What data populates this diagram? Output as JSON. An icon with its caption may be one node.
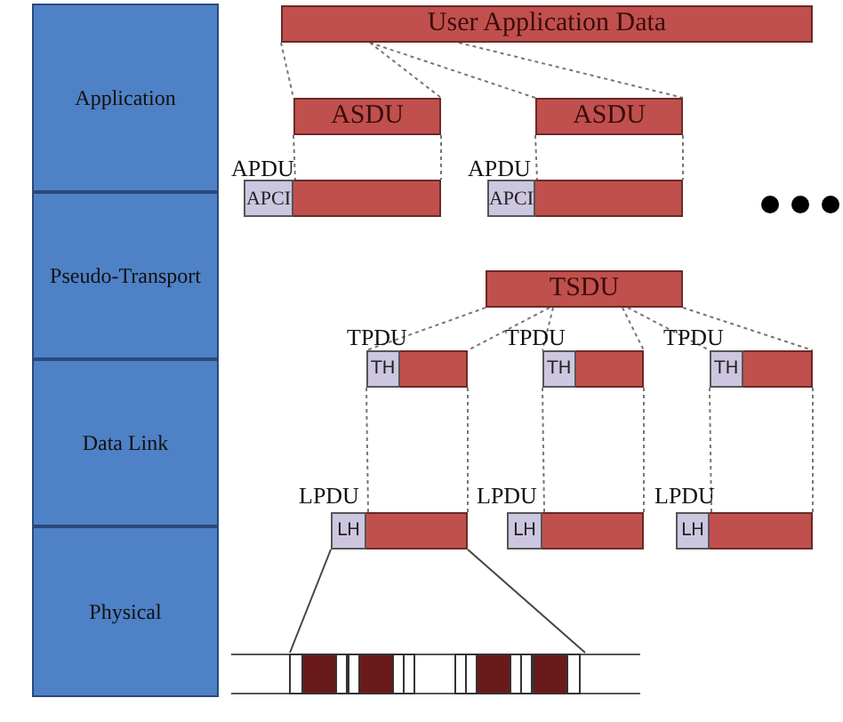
{
  "diagram": {
    "nodes": [
      {
        "text": [
          "Application"
        ]
      },
      {
        "text": [
          "Pseudo-Transport"
        ]
      },
      {
        "text": [
          "Data Link"
        ]
      },
      {
        "text": [
          "Physical"
        ]
      },
      {
        "text": [
          "User Application Data"
        ]
      },
      {
        "text": [
          "ASDU"
        ]
      },
      {
        "text": [
          "ASDU"
        ]
      },
      {
        "text": [
          "APDU"
        ]
      },
      {
        "text": [
          "APCI"
        ],
        "in": 7
      },
      {
        "text": [
          "APDU"
        ]
      },
      {
        "text": [
          "APCI"
        ],
        "in": 9
      },
      {
        "text": [
          "TSDU"
        ]
      },
      {
        "text": [
          "TPDU"
        ]
      },
      {
        "text": [
          "TH"
        ],
        "in": 12
      },
      {
        "text": [
          "TPDU"
        ]
      },
      {
        "text": [
          "TH"
        ],
        "in": 14
      },
      {
        "text": [
          "TPDU"
        ]
      },
      {
        "text": [
          "TH"
        ],
        "in": 16
      },
      {
        "text": [
          "LPDU"
        ]
      },
      {
        "text": [
          "LH"
        ],
        "in": 18
      },
      {
        "text": [
          "LPDU"
        ]
      },
      {
        "text": [
          "LH"
        ],
        "in": 20
      },
      {
        "text": [
          "LPDU"
        ]
      },
      {
        "text": [
          "LH"
        ],
        "in": 22
      },
      {
        "text": [],
        "shape": "bar"
      }
    ],
    "edges": [
      {
        "from": 4,
        "to": 5,
        "arrow": "none",
        "style": "dashed"
      },
      {
        "from": 4,
        "to": 5,
        "arrow": "none",
        "style": "dashed"
      },
      {
        "from": 4,
        "to": 6,
        "arrow": "none",
        "style": "dashed"
      },
      {
        "from": 4,
        "to": 6,
        "arrow": "none",
        "style": "dashed"
      },
      {
        "from": 5,
        "to": 7,
        "arrow": "none",
        "style": "dashed"
      },
      {
        "from": 5,
        "to": 7,
        "arrow": "none",
        "style": "dashed"
      },
      {
        "from": 6,
        "to": 9,
        "arrow": "none",
        "style": "dashed"
      },
      {
        "from": 6,
        "to": 9,
        "arrow": "none",
        "style": "dashed"
      },
      {
        "from": 11,
        "to": 12,
        "arrow": "none",
        "style": "dashed"
      },
      {
        "from": 11,
        "to": 12,
        "arrow": "none",
        "style": "dashed"
      },
      {
        "from": 11,
        "to": 14,
        "arrow": "none",
        "style": "dashed"
      },
      {
        "from": 11,
        "to": 14,
        "arrow": "none",
        "style": "dashed"
      },
      {
        "from": 11,
        "to": 16,
        "arrow": "none",
        "style": "dashed"
      },
      {
        "from": 11,
        "to": 16,
        "arrow": "none",
        "style": "dashed"
      },
      {
        "from": 12,
        "to": 18,
        "arrow": "none",
        "style": "dashed"
      },
      {
        "from": 12,
        "to": 18,
        "arrow": "none",
        "style": "dashed"
      },
      {
        "from": 14,
        "to": 20,
        "arrow": "none",
        "style": "dashed"
      },
      {
        "from": 14,
        "to": 20,
        "arrow": "none",
        "style": "dashed"
      },
      {
        "from": 16,
        "to": 22,
        "arrow": "none",
        "style": "dashed"
      },
      {
        "from": 16,
        "to": 22,
        "arrow": "none",
        "style": "dashed"
      },
      {
        "from": 18,
        "to": 24,
        "arrow": "none"
      },
      {
        "from": 18,
        "to": 24,
        "arrow": "none"
      }
    ]
  }
}
